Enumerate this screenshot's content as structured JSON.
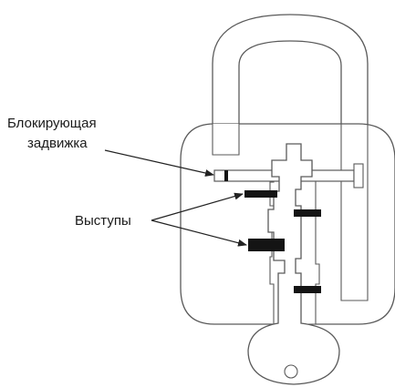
{
  "labels": {
    "latch_line1": "Блокирующая",
    "latch_line2": "задвижка",
    "wards": "Выступы"
  },
  "colors": {
    "stroke": "#5a5a5a",
    "fill_dark": "#141414",
    "fill_light": "#ffffff",
    "text": "#1a1a1a"
  }
}
